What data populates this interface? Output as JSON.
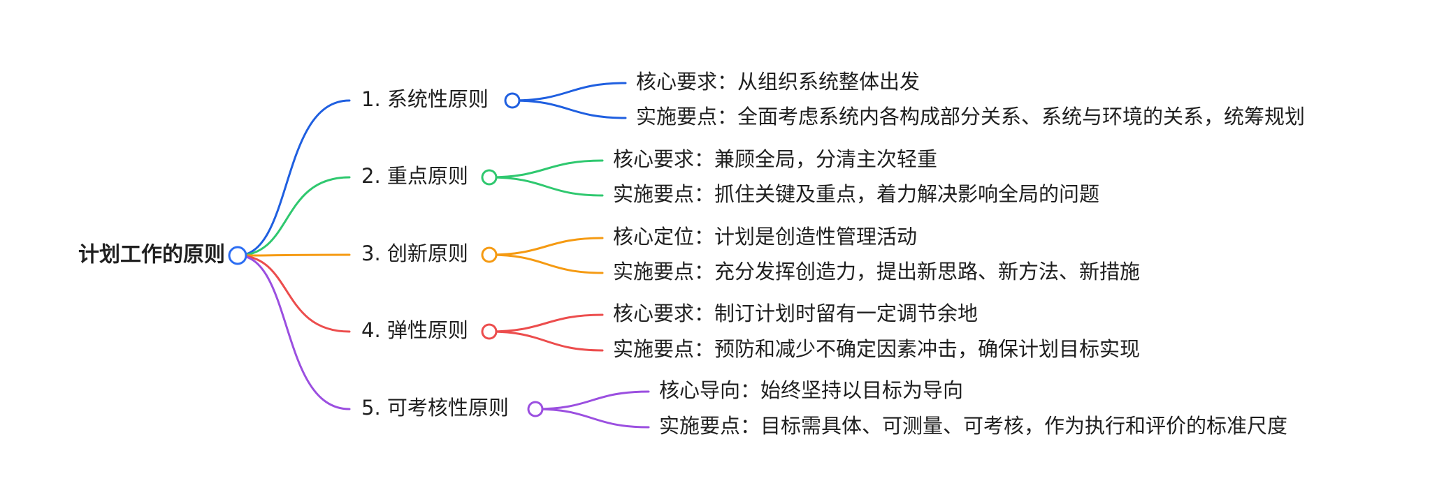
{
  "root": {
    "label": "计划工作的原则",
    "color": "#2b6df3"
  },
  "branches": [
    {
      "label": "1. 系统性原则",
      "color": "#1f5fe0",
      "children": [
        "核心要求：从组织系统整体出发",
        "实施要点：全面考虑系统内各构成部分关系、系统与环境的关系，统筹规划"
      ]
    },
    {
      "label": "2. 重点原则",
      "color": "#2fc86f",
      "children": [
        "核心要求：兼顾全局，分清主次轻重",
        "实施要点：抓住关键及重点，着力解决影响全局的问题"
      ]
    },
    {
      "label": "3. 创新原则",
      "color": "#f59a12",
      "children": [
        "核心定位：计划是创造性管理活动",
        "实施要点：充分发挥创造力，提出新思路、新方法、新措施"
      ]
    },
    {
      "label": "4. 弹性原则",
      "color": "#ec4d4d",
      "children": [
        "核心要求：制订计划时留有一定调节余地",
        "实施要点：预防和减少不确定因素冲击，确保计划目标实现"
      ]
    },
    {
      "label": "5. 可考核性原则",
      "color": "#9b4fe0",
      "children": [
        "核心导向：始终坚持以目标为导向",
        "实施要点：目标需具体、可测量、可考核，作为执行和评价的标准尺度"
      ]
    }
  ]
}
